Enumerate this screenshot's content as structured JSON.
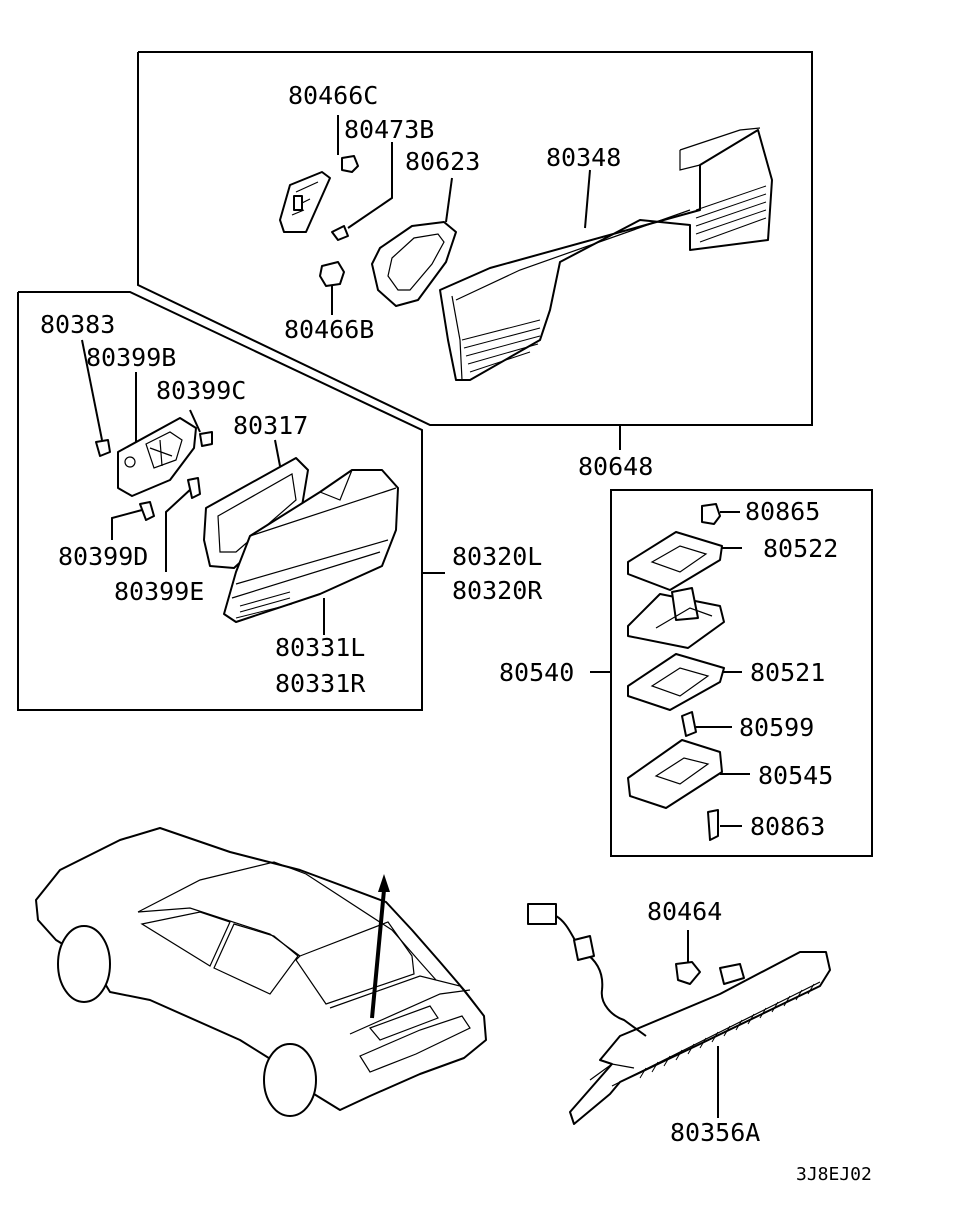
{
  "parts": {
    "p80466C": "80466C",
    "p80473B": "80473B",
    "p80623": "80623",
    "p80348": "80348",
    "p80466B": "80466B",
    "p80648": "80648",
    "p80383": "80383",
    "p80399B": "80399B",
    "p80399C": "80399C",
    "p80317": "80317",
    "p80399D": "80399D",
    "p80399E": "80399E",
    "p80320L": "80320L",
    "p80320R": "80320R",
    "p80331L": "80331L",
    "p80331R": "80331R",
    "p80865": "80865",
    "p80522": "80522",
    "p80540": "80540",
    "p80521": "80521",
    "p80599": "80599",
    "p80545": "80545",
    "p80863": "80863",
    "p80464": "80464",
    "p80356A": "80356A"
  },
  "diagram_code": "3J8EJ02"
}
